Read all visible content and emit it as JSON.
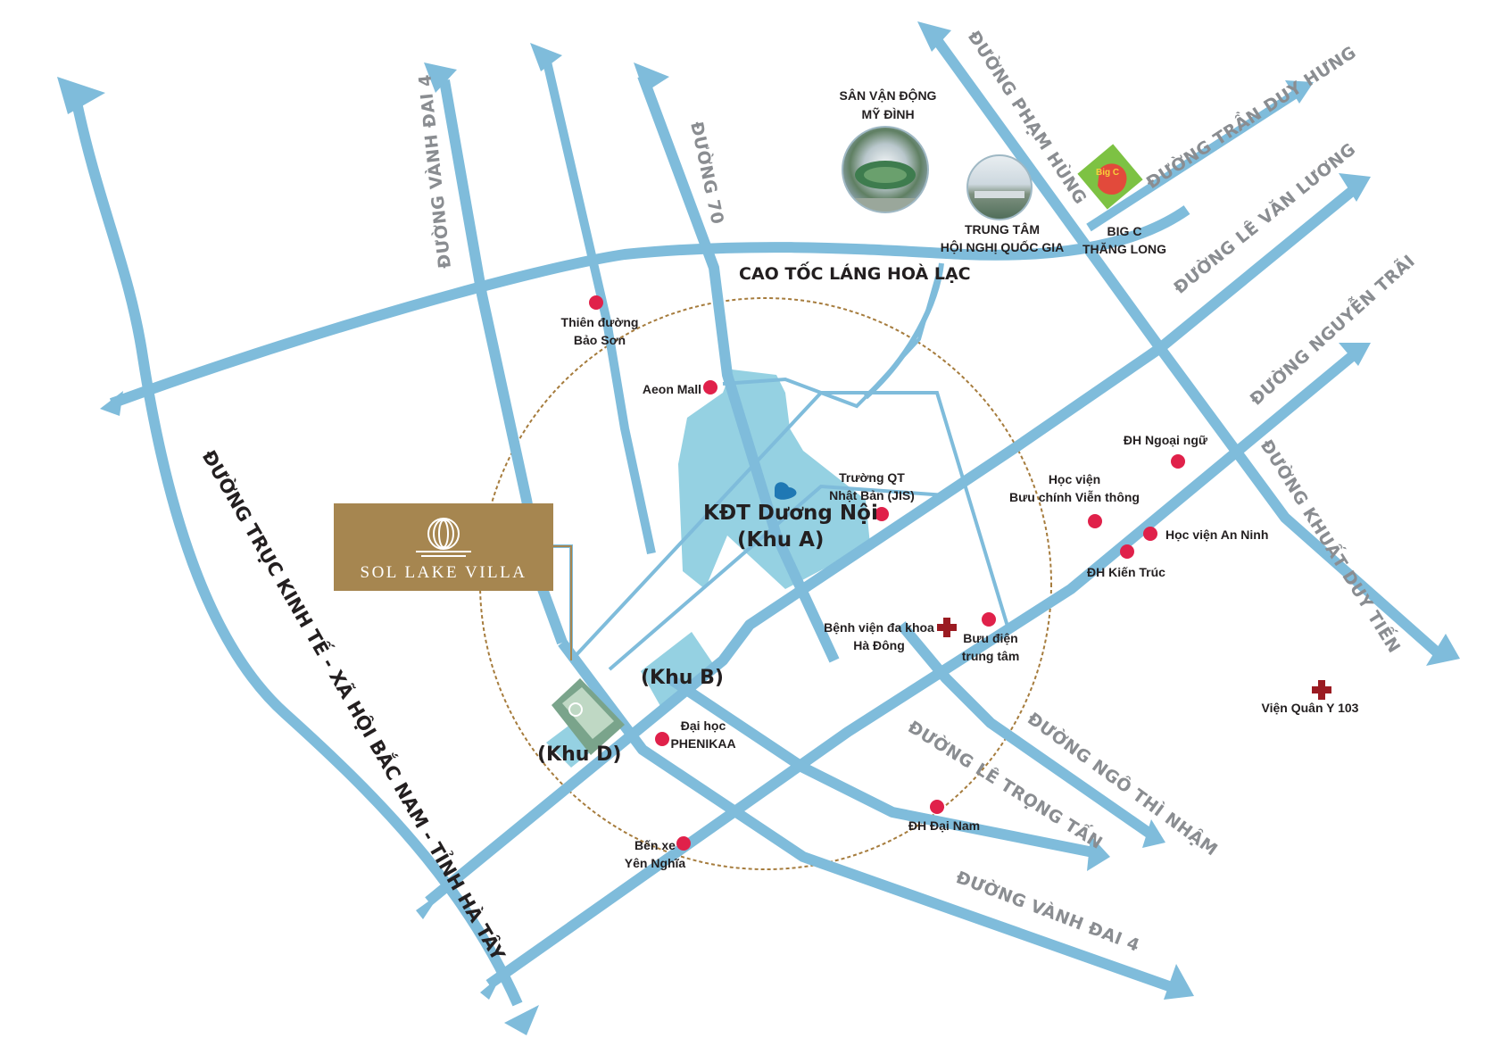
{
  "brand": {
    "name": "SOL LAKE VILLA",
    "box_color": "#a68650"
  },
  "colors": {
    "road": "#7fbcdb",
    "zone": "#8fcfe0",
    "poi": "#e0214a",
    "hospital": "#9b1b22",
    "radius_circle": "#a67c3d",
    "road_label": "#8a8d91"
  },
  "roads": {
    "vanh_dai_4_north": "ĐƯỜNG VÀNH ĐAI 4",
    "duong_70": "ĐƯỜNG 70",
    "pham_hung": "ĐƯỜNG PHẠM HÙNG",
    "tran_duy_hung": "ĐƯỜNG TRẦN DUY HƯNG",
    "le_van_luong": "ĐƯỜNG LÊ VĂN LƯƠNG",
    "nguyen_trai": "ĐƯỜNG NGUYỄN TRÃI",
    "khuat_duy_tien": "ĐƯỜNG KHUẤT DUY TIẾN",
    "lang_hoa_lac": "CAO TỐC LÁNG HOÀ LẠC",
    "truc_kinh_te": "ĐƯỜNG TRỤC KINH TẾ - XÃ HỘI BẮC NAM - TỈNH HÀ TÂY",
    "le_trong_tan": "ĐƯỜNG LÊ TRỌNG TẤN",
    "ngo_thi_nham": "ĐƯỜNG NGÔ THÌ NHẬM",
    "vanh_dai_4_south": "ĐƯỜNG VÀNH ĐAI 4"
  },
  "zones": {
    "khu_a_line1": "KĐT Dương Nội",
    "khu_a_line2": "(Khu A)",
    "khu_b": "(Khu B)",
    "khu_d": "(Khu D)"
  },
  "landmarks": {
    "stadium_line1": "SÂN VẬN ĐỘNG",
    "stadium_line2": "MỸ ĐÌNH",
    "convention_line1": "TRUNG TÂM",
    "convention_line2": "HỘI NGHỊ QUỐC GIA",
    "bigc_line1": "BIG C",
    "bigc_line2": "THĂNG LONG",
    "bigc_logo_text": "Big C"
  },
  "pois": {
    "bao_son_1": "Thiên đường",
    "bao_son_2": "Bảo Sơn",
    "aeon": "Aeon Mall",
    "jis_1": "Trường QT",
    "jis_2": "Nhật Bản (JIS)",
    "ngoai_ngu": "ĐH Ngoại ngữ",
    "buu_chinh_1": "Học viện",
    "buu_chinh_2": "Bưu chính Viễn thông",
    "an_ninh": "Học viện An Ninh",
    "kien_truc": "ĐH Kiến Trúc",
    "benh_vien_1": "Bệnh viện đa khoa",
    "benh_vien_2": "Hà Đông",
    "buu_dien_1": "Bưu điện",
    "buu_dien_2": "trung tâm",
    "vien_quan_y": "Viện Quân Y 103",
    "phenikaa_1": "Đại học",
    "phenikaa_2": "PHENIKAA",
    "dai_nam": "ĐH Đại Nam",
    "ben_xe_1": "Bến xe",
    "ben_xe_2": "Yên Nghĩa"
  }
}
